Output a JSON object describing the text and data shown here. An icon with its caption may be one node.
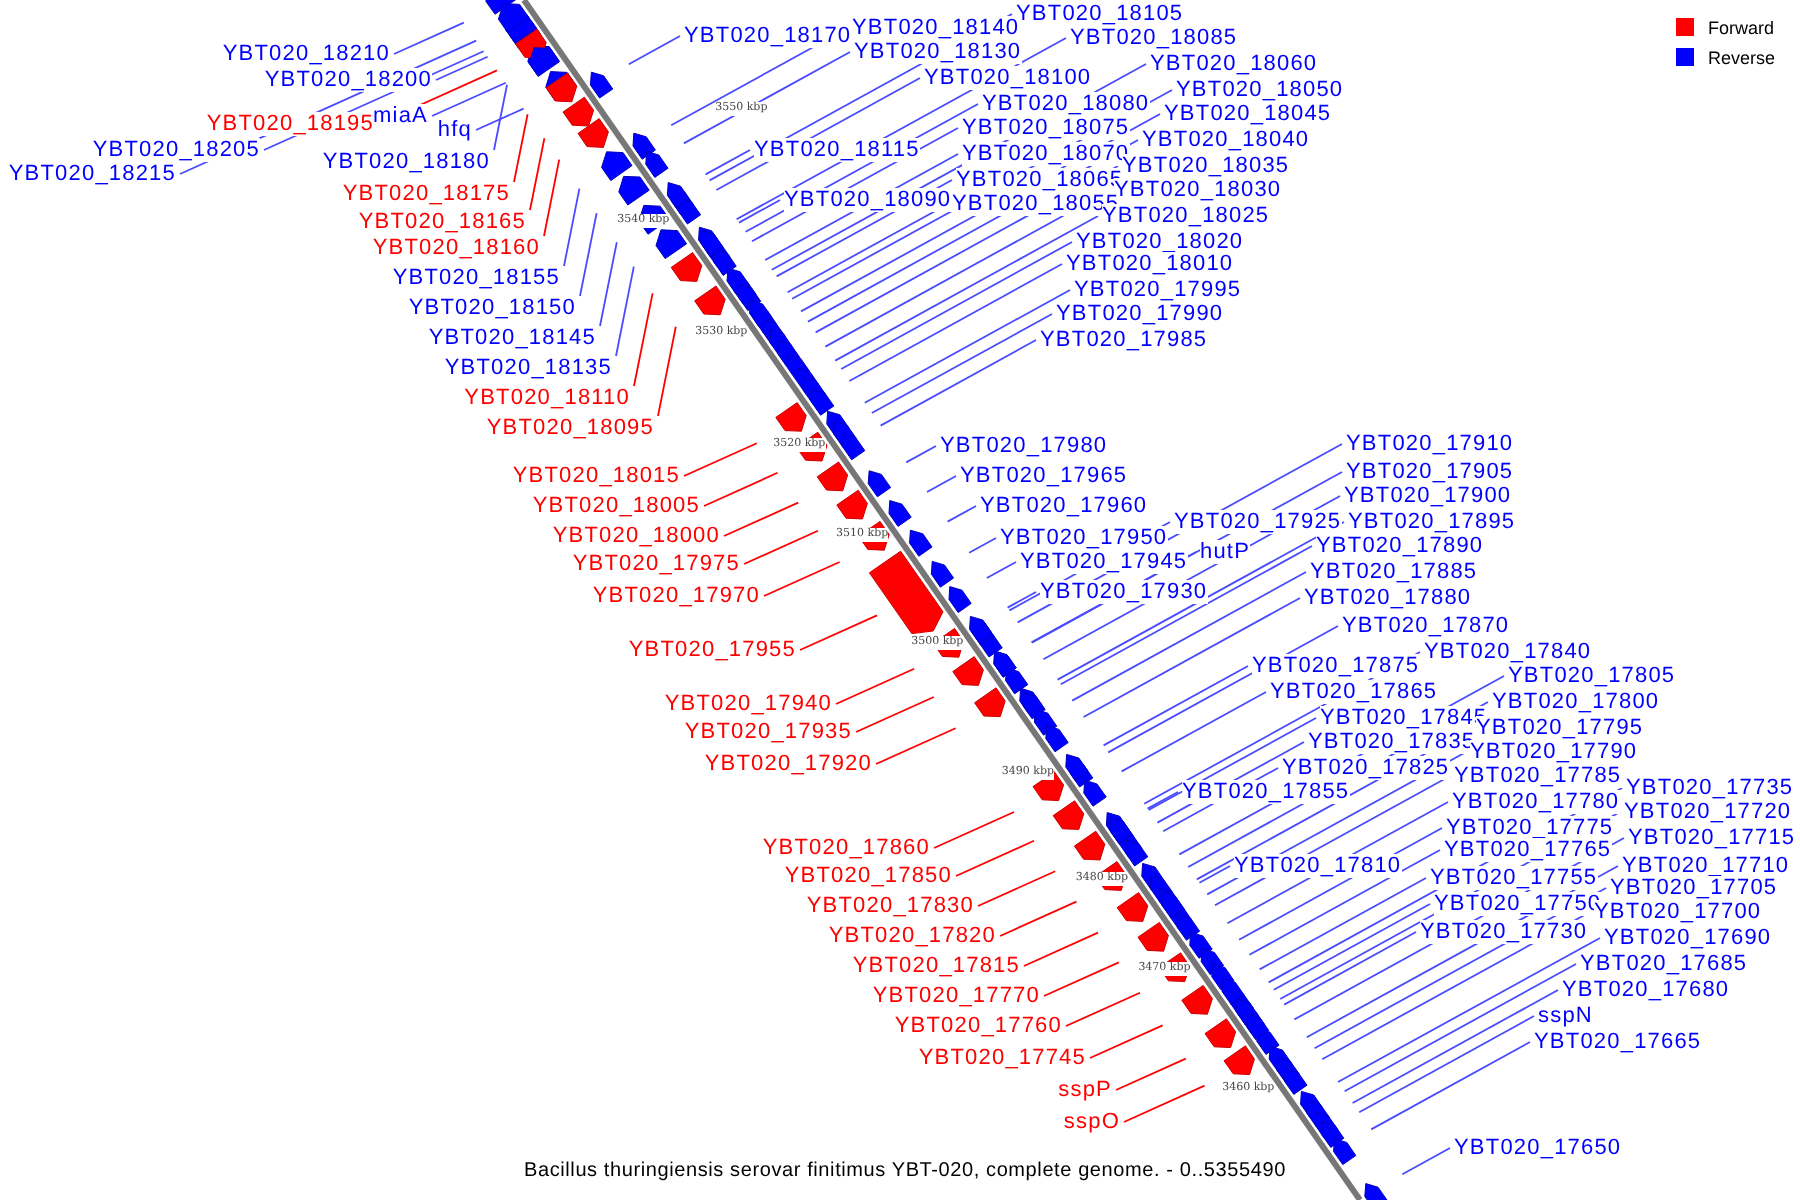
{
  "diagram": {
    "caption": "Bacillus thuringiensis serovar finitimus YBT-020, complete genome. - 0..5355490",
    "nodes": [
      {
        "text": [
          "YBT020_18105"
        ]
      },
      {
        "text": [
          "YBT020_18140"
        ]
      },
      {
        "text": [
          "YBT020_18170"
        ]
      },
      {
        "text": [
          "YBT020_18085"
        ]
      },
      {
        "text": [
          "YBT020_18130"
        ]
      },
      {
        "text": [
          "YBT020_18210"
        ]
      },
      {
        "text": [
          "YBT020_18060"
        ]
      },
      {
        "text": [
          "YBT020_18100"
        ]
      },
      {
        "text": [
          "YBT020_18200"
        ]
      },
      {
        "text": [
          "YBT020_18050"
        ]
      },
      {
        "text": [
          "YBT020_18080"
        ]
      },
      {
        "text": [
          "YBT020_18045"
        ]
      },
      {
        "text": [
          "miaA"
        ]
      },
      {
        "text": [
          "YBT020_18195"
        ]
      },
      {
        "text": [
          "YBT020_18075"
        ]
      },
      {
        "text": [
          "hfq"
        ]
      },
      {
        "text": [
          "YBT020_18040"
        ]
      },
      {
        "text": [
          "YBT020_18115"
        ]
      },
      {
        "text": [
          "YBT020_18205"
        ]
      },
      {
        "text": [
          "YBT020_18070"
        ]
      },
      {
        "text": [
          "YBT020_18180"
        ]
      },
      {
        "text": [
          "YBT020_18035"
        ]
      },
      {
        "text": [
          "YBT020_18215"
        ]
      },
      {
        "text": [
          "YBT020_18065"
        ]
      },
      {
        "text": [
          "YBT020_18030"
        ]
      },
      {
        "text": [
          "YBT020_18175"
        ]
      },
      {
        "text": [
          "YBT020_18090"
        ]
      },
      {
        "text": [
          "YBT020_18055"
        ]
      },
      {
        "text": [
          "YBT020_18025"
        ]
      },
      {
        "text": [
          "YBT020_18165"
        ]
      },
      {
        "text": [
          "YBT020_18020"
        ]
      },
      {
        "text": [
          "YBT020_18160"
        ]
      },
      {
        "text": [
          "YBT020_18010"
        ]
      },
      {
        "text": [
          "YBT020_18155"
        ]
      },
      {
        "text": [
          "YBT020_17995"
        ]
      },
      {
        "text": [
          "YBT020_18150"
        ]
      },
      {
        "text": [
          "YBT020_17990"
        ]
      },
      {
        "text": [
          "YBT020_18145"
        ]
      },
      {
        "text": [
          "YBT020_17985"
        ]
      },
      {
        "text": [
          "YBT020_18135"
        ]
      },
      {
        "text": [
          "YBT020_18110"
        ]
      },
      {
        "text": [
          "YBT020_18095"
        ]
      },
      {
        "text": [
          "YBT020_17910"
        ]
      },
      {
        "text": [
          "YBT020_17980"
        ]
      },
      {
        "text": [
          "YBT020_17905"
        ]
      },
      {
        "text": [
          "YBT020_17965"
        ]
      },
      {
        "text": [
          "YBT020_18015"
        ]
      },
      {
        "text": [
          "YBT020_17900"
        ]
      },
      {
        "text": [
          "YBT020_17960"
        ]
      },
      {
        "text": [
          "YBT020_18005"
        ]
      },
      {
        "text": [
          "YBT020_17925"
        ]
      },
      {
        "text": [
          "YBT020_17895"
        ]
      },
      {
        "text": [
          "YBT020_18000"
        ]
      },
      {
        "text": [
          "YBT020_17950"
        ]
      },
      {
        "text": [
          "YBT020_17890"
        ]
      },
      {
        "text": [
          "hutP"
        ]
      },
      {
        "text": [
          "YBT020_17945"
        ]
      },
      {
        "text": [
          "YBT020_17975"
        ]
      },
      {
        "text": [
          "YBT020_17885"
        ]
      },
      {
        "text": [
          "YBT020_17930"
        ]
      },
      {
        "text": [
          "YBT020_17970"
        ]
      },
      {
        "text": [
          "YBT020_17880"
        ]
      },
      {
        "text": [
          "YBT020_17870"
        ]
      },
      {
        "text": [
          "YBT020_17955"
        ]
      },
      {
        "text": [
          "YBT020_17840"
        ]
      },
      {
        "text": [
          "YBT020_17875"
        ]
      },
      {
        "text": [
          "YBT020_17805"
        ]
      },
      {
        "text": [
          "YBT020_17865"
        ]
      },
      {
        "text": [
          "YBT020_17800"
        ]
      },
      {
        "text": [
          "YBT020_17940"
        ]
      },
      {
        "text": [
          "YBT020_17845"
        ]
      },
      {
        "text": [
          "YBT020_17795"
        ]
      },
      {
        "text": [
          "YBT020_17935"
        ]
      },
      {
        "text": [
          "YBT020_17835"
        ]
      },
      {
        "text": [
          "YBT020_17790"
        ]
      },
      {
        "text": [
          "YBT020_17920"
        ]
      },
      {
        "text": [
          "YBT020_17825"
        ]
      },
      {
        "text": [
          "YBT020_17785"
        ]
      },
      {
        "text": [
          "YBT020_17735"
        ]
      },
      {
        "text": [
          "YBT020_17855"
        ]
      },
      {
        "text": [
          "YBT020_17780"
        ]
      },
      {
        "text": [
          "YBT020_17720"
        ]
      },
      {
        "text": [
          "YBT020_17775"
        ]
      },
      {
        "text": [
          "YBT020_17715"
        ]
      },
      {
        "text": [
          "YBT020_17860"
        ]
      },
      {
        "text": [
          "YBT020_17765"
        ]
      },
      {
        "text": [
          "YBT020_17810"
        ]
      },
      {
        "text": [
          "YBT020_17710"
        ]
      },
      {
        "text": [
          "YBT020_17850"
        ]
      },
      {
        "text": [
          "YBT020_17755"
        ]
      },
      {
        "text": [
          "YBT020_17705"
        ]
      },
      {
        "text": [
          "YBT020_17750"
        ]
      },
      {
        "text": [
          "YBT020_17830"
        ]
      },
      {
        "text": [
          "YBT020_17700"
        ]
      },
      {
        "text": [
          "YBT020_17730"
        ]
      },
      {
        "text": [
          "YBT020_17820"
        ]
      },
      {
        "text": [
          "YBT020_17690"
        ]
      },
      {
        "text": [
          "YBT020_17685"
        ]
      },
      {
        "text": [
          "YBT020_17815"
        ]
      },
      {
        "text": [
          "YBT020_17680"
        ]
      },
      {
        "text": [
          "YBT020_17770"
        ]
      },
      {
        "text": [
          "sspN"
        ]
      },
      {
        "text": [
          "YBT020_17760"
        ]
      },
      {
        "text": [
          "YBT020_17665"
        ]
      },
      {
        "text": [
          "YBT020_17745"
        ]
      },
      {
        "text": [
          "sspP"
        ]
      },
      {
        "text": [
          "sspO"
        ]
      },
      {
        "text": [
          "YBT020_17650"
        ]
      }
    ],
    "edges": [
      {
        "from": 0,
        "to": null,
        "arrow": "none"
      },
      {
        "from": 1,
        "to": null,
        "arrow": "none"
      },
      {
        "from": 2,
        "to": null,
        "arrow": "none"
      },
      {
        "from": 3,
        "to": null,
        "arrow": "none"
      },
      {
        "from": 4,
        "to": null,
        "arrow": "none"
      },
      {
        "from": 5,
        "to": null,
        "arrow": "none"
      },
      {
        "from": 6,
        "to": null,
        "arrow": "none"
      },
      {
        "from": 7,
        "to": null,
        "arrow": "none"
      },
      {
        "from": 8,
        "to": null,
        "arrow": "none"
      },
      {
        "from": 9,
        "to": null,
        "arrow": "none"
      },
      {
        "from": 10,
        "to": null,
        "arrow": "none"
      },
      {
        "from": 11,
        "to": null,
        "arrow": "none"
      },
      {
        "from": 12,
        "to": null,
        "arrow": "none"
      },
      {
        "from": 13,
        "to": null,
        "arrow": "none",
        "color": "#ff0000"
      },
      {
        "from": 14,
        "to": null,
        "arrow": "none"
      },
      {
        "from": 15,
        "to": null,
        "arrow": "none"
      },
      {
        "from": 16,
        "to": null,
        "arrow": "none"
      },
      {
        "from": 17,
        "to": null,
        "arrow": "none"
      },
      {
        "from": 18,
        "to": null,
        "arrow": "none"
      },
      {
        "from": 19,
        "to": null,
        "arrow": "none"
      },
      {
        "from": 20,
        "to": null,
        "arrow": "none"
      },
      {
        "from": 21,
        "to": null,
        "arrow": "none"
      },
      {
        "from": 22,
        "to": null,
        "arrow": "none"
      },
      {
        "from": 23,
        "to": null,
        "arrow": "none"
      },
      {
        "from": 24,
        "to": null,
        "arrow": "none"
      },
      {
        "from": 25,
        "to": null,
        "arrow": "none",
        "color": "#ff0000"
      },
      {
        "from": 26,
        "to": null,
        "arrow": "none"
      },
      {
        "from": 27,
        "to": null,
        "arrow": "none"
      },
      {
        "from": 28,
        "to": null,
        "arrow": "none"
      },
      {
        "from": 29,
        "to": null,
        "arrow": "none",
        "color": "#ff0000"
      },
      {
        "from": 30,
        "to": null,
        "arrow": "none"
      },
      {
        "from": 31,
        "to": null,
        "arrow": "none",
        "color": "#ff0000"
      },
      {
        "from": 32,
        "to": null,
        "arrow": "none"
      },
      {
        "from": 33,
        "to": null,
        "arrow": "none"
      },
      {
        "from": 34,
        "to": null,
        "arrow": "none"
      },
      {
        "from": 35,
        "to": null,
        "arrow": "none"
      },
      {
        "from": 36,
        "to": null,
        "arrow": "none"
      },
      {
        "from": 37,
        "to": null,
        "arrow": "none"
      },
      {
        "from": 38,
        "to": null,
        "arrow": "none"
      },
      {
        "from": 39,
        "to": null,
        "arrow": "none"
      },
      {
        "from": 40,
        "to": null,
        "arrow": "none",
        "color": "#ff0000"
      },
      {
        "from": 41,
        "to": null,
        "arrow": "none",
        "color": "#ff0000"
      },
      {
        "from": 42,
        "to": null,
        "arrow": "none"
      },
      {
        "from": 43,
        "to": null,
        "arrow": "none"
      },
      {
        "from": 44,
        "to": null,
        "arrow": "none"
      },
      {
        "from": 45,
        "to": null,
        "arrow": "none"
      },
      {
        "from": 46,
        "to": null,
        "arrow": "none",
        "color": "#ff0000"
      },
      {
        "from": 47,
        "to": null,
        "arrow": "none"
      },
      {
        "from": 48,
        "to": null,
        "arrow": "none"
      },
      {
        "from": 49,
        "to": null,
        "arrow": "none",
        "color": "#ff0000"
      },
      {
        "from": 50,
        "to": null,
        "arrow": "none"
      },
      {
        "from": 51,
        "to": null,
        "arrow": "none"
      },
      {
        "from": 52,
        "to": null,
        "arrow": "none",
        "color": "#ff0000"
      },
      {
        "from": 53,
        "to": null,
        "arrow": "none"
      },
      {
        "from": 54,
        "to": null,
        "arrow": "none"
      },
      {
        "from": 55,
        "to": null,
        "arrow": "none"
      },
      {
        "from": 56,
        "to": null,
        "arrow": "none"
      },
      {
        "from": 57,
        "to": null,
        "arrow": "none",
        "color": "#ff0000"
      },
      {
        "from": 58,
        "to": null,
        "arrow": "none"
      },
      {
        "from": 59,
        "to": null,
        "arrow": "none"
      },
      {
        "from": 60,
        "to": null,
        "arrow": "none",
        "color": "#ff0000"
      },
      {
        "from": 61,
        "to": null,
        "arrow": "none"
      },
      {
        "from": 62,
        "to": null,
        "arrow": "none"
      },
      {
        "from": 63,
        "to": null,
        "arrow": "none",
        "color": "#ff0000"
      },
      {
        "from": 64,
        "to": null,
        "arrow": "none"
      },
      {
        "from": 65,
        "to": null,
        "arrow": "none"
      },
      {
        "from": 66,
        "to": null,
        "arrow": "none"
      },
      {
        "from": 67,
        "to": null,
        "arrow": "none"
      },
      {
        "from": 68,
        "to": null,
        "arrow": "none"
      },
      {
        "from": 69,
        "to": null,
        "arrow": "none",
        "color": "#ff0000"
      },
      {
        "from": 70,
        "to": null,
        "arrow": "none"
      },
      {
        "from": 71,
        "to": null,
        "arrow": "none"
      },
      {
        "from": 72,
        "to": null,
        "arrow": "none",
        "color": "#ff0000"
      },
      {
        "from": 73,
        "to": null,
        "arrow": "none"
      },
      {
        "from": 74,
        "to": null,
        "arrow": "none"
      },
      {
        "from": 75,
        "to": null,
        "arrow": "none",
        "color": "#ff0000"
      },
      {
        "from": 76,
        "to": null,
        "arrow": "none"
      },
      {
        "from": 77,
        "to": null,
        "arrow": "none"
      },
      {
        "from": 78,
        "to": null,
        "arrow": "none"
      },
      {
        "from": 79,
        "to": null,
        "arrow": "none"
      },
      {
        "from": 80,
        "to": null,
        "arrow": "none"
      },
      {
        "from": 81,
        "to": null,
        "arrow": "none"
      },
      {
        "from": 82,
        "to": null,
        "arrow": "none"
      },
      {
        "from": 83,
        "to": null,
        "arrow": "none"
      },
      {
        "from": 84,
        "to": null,
        "arrow": "none",
        "color": "#ff0000"
      },
      {
        "from": 85,
        "to": null,
        "arrow": "none"
      },
      {
        "from": 86,
        "to": null,
        "arrow": "none"
      },
      {
        "from": 87,
        "to": null,
        "arrow": "none"
      },
      {
        "from": 88,
        "to": null,
        "arrow": "none",
        "color": "#ff0000"
      },
      {
        "from": 89,
        "to": null,
        "arrow": "none"
      },
      {
        "from": 90,
        "to": null,
        "arrow": "none"
      },
      {
        "from": 91,
        "to": null,
        "arrow": "none"
      },
      {
        "from": 92,
        "to": null,
        "arrow": "none",
        "color": "#ff0000"
      },
      {
        "from": 93,
        "to": null,
        "arrow": "none"
      },
      {
        "from": 94,
        "to": null,
        "arrow": "none"
      },
      {
        "from": 95,
        "to": null,
        "arrow": "none",
        "color": "#ff0000"
      },
      {
        "from": 96,
        "to": null,
        "arrow": "none"
      },
      {
        "from": 97,
        "to": null,
        "arrow": "none"
      },
      {
        "from": 98,
        "to": null,
        "arrow": "none",
        "color": "#ff0000"
      },
      {
        "from": 99,
        "to": null,
        "arrow": "none"
      },
      {
        "from": 100,
        "to": null,
        "arrow": "none",
        "color": "#ff0000"
      },
      {
        "from": 101,
        "to": null,
        "arrow": "none"
      },
      {
        "from": 102,
        "to": null,
        "arrow": "none",
        "color": "#ff0000"
      },
      {
        "from": 103,
        "to": null,
        "arrow": "none"
      },
      {
        "from": 104,
        "to": null,
        "arrow": "none",
        "color": "#ff0000"
      },
      {
        "from": 105,
        "to": null,
        "arrow": "none",
        "color": "#ff0000"
      },
      {
        "from": 106,
        "to": null,
        "arrow": "none",
        "color": "#ff0000"
      },
      {
        "from": 107,
        "to": null,
        "arrow": "none"
      }
    ],
    "labels": [
      "3550 kbp",
      "3540 kbp",
      "3530 kbp",
      "3520 kbp",
      "3510 kbp",
      "3500 kbp",
      "3490 kbp",
      "3480 kbp",
      "3470 kbp",
      "3460 kbp"
    ],
    "legend": [
      {
        "text": "Forward",
        "color": "#ff0000"
      },
      {
        "text": "Reverse",
        "color": "#0000ff"
      }
    ]
  }
}
